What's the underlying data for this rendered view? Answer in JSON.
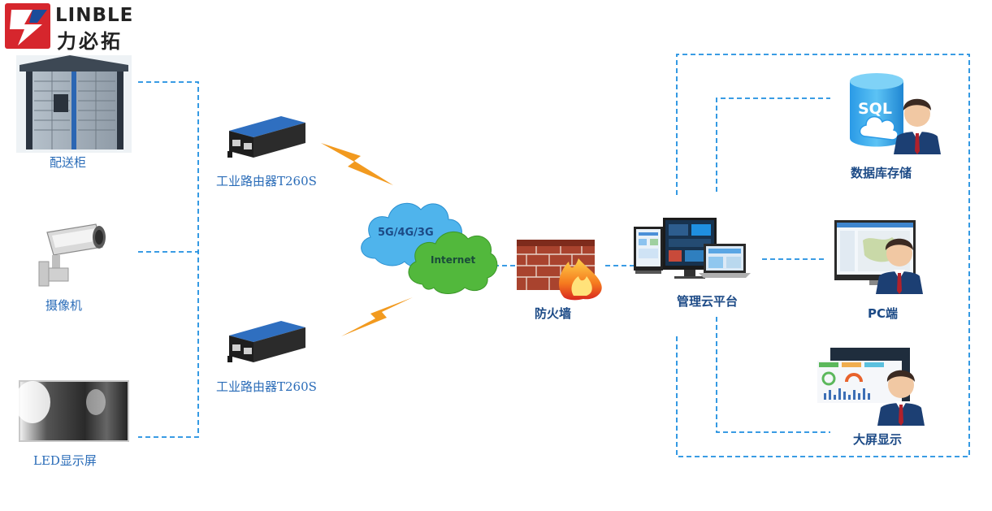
{
  "logo": {
    "latin": "LINBLE",
    "chinese": "力必拓"
  },
  "devices": {
    "locker": "配送柜",
    "camera": "摄像机",
    "led": "LED显示屏"
  },
  "routers": {
    "top": "工业路由器T260S",
    "bottom": "工业路由器T260S"
  },
  "network": {
    "cellular": "5G/4G/3G",
    "internet": "Internet"
  },
  "firewall": "防火墙",
  "cloud_platform": "管理云平台",
  "endpoints": {
    "database": "数据库存储",
    "database_icon_text": "SQL",
    "pc": "PC端",
    "big_screen": "大屏显示"
  },
  "colors": {
    "line": "#1f8fe0",
    "label_blue": "#1e5fa8",
    "bolt": "#f29a1f",
    "cloud_blue": "#4fb4ec",
    "cloud_green": "#52b83c",
    "brick": "#a9432e",
    "logo_red": "#d6262d",
    "logo_blue": "#1b4c9a"
  }
}
